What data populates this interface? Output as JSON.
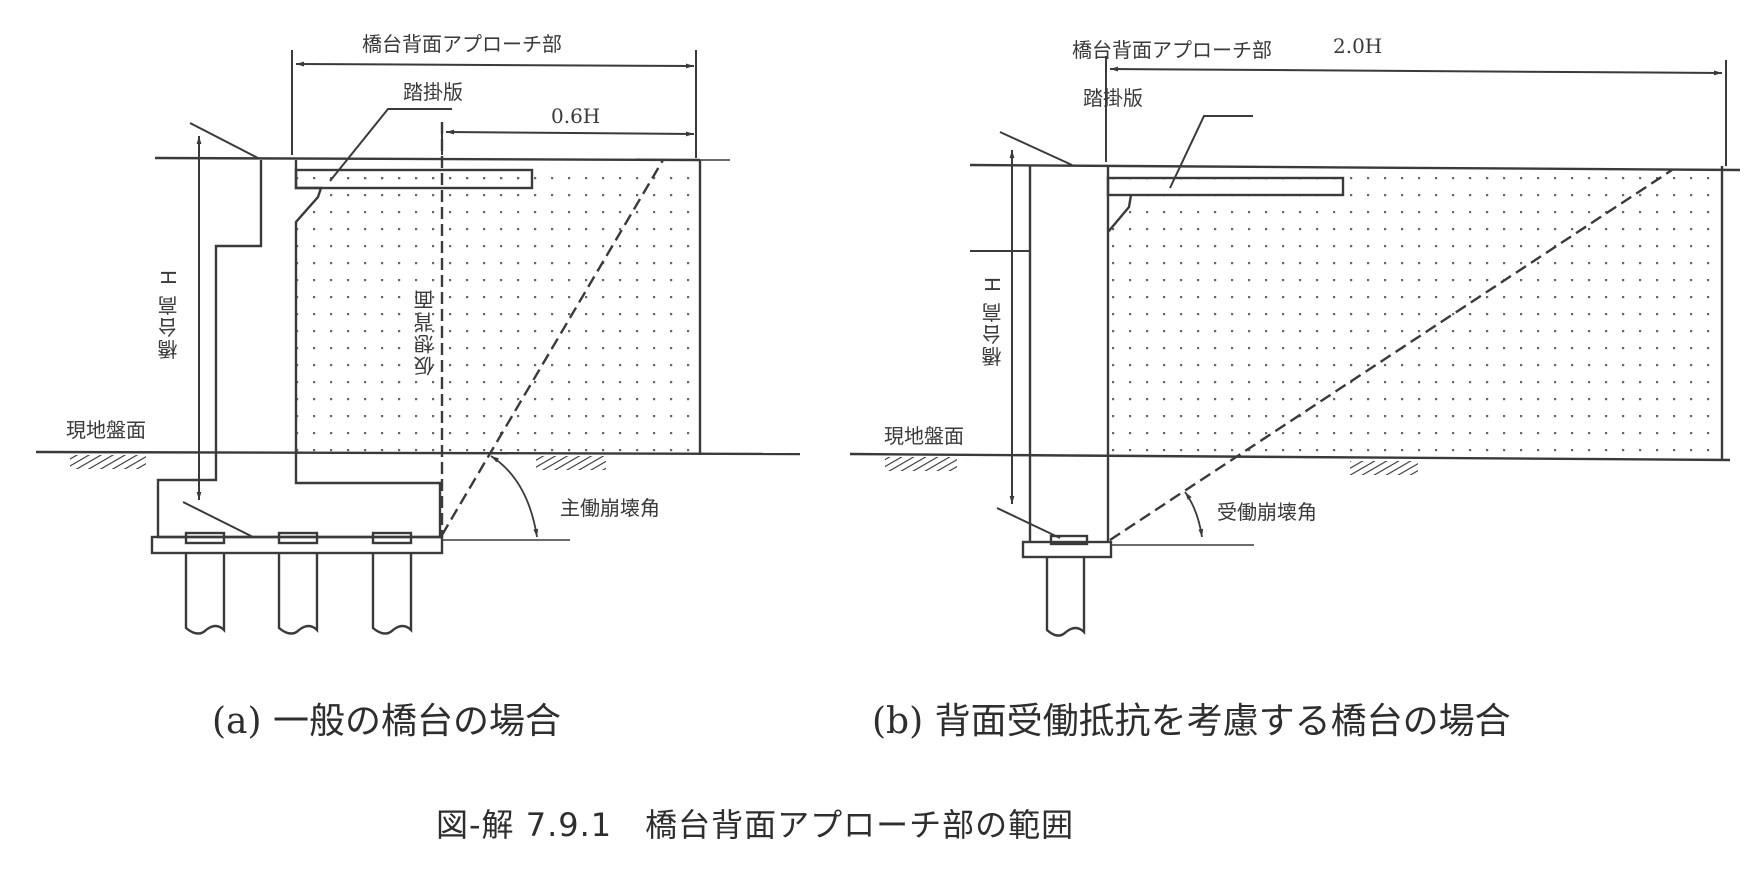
{
  "figure": {
    "title": "図-解 7.9.1　橋台背面アプローチ部の範囲",
    "number": "図-解 7.9.1",
    "title_text": "橋台背面アプローチ部の範囲"
  },
  "panel_a": {
    "caption": "(a) 一般の橋台の場合",
    "approach_zone_label": "橋台背面アプローチ部",
    "approach_slab_label": "踏掛版",
    "offset_label": "0.6H",
    "abutment_height_label": "橋台高 H",
    "virtual_back_face_label": "仮想背面",
    "ground_surface_label": "現地盤面",
    "failure_angle_label": "主働崩壊角",
    "piles": 3
  },
  "panel_b": {
    "caption": "(b) 背面受働抵抗を考慮する橋台の場合",
    "approach_zone_label": "橋台背面アプローチ部",
    "approach_zone_length": "2.0H",
    "approach_slab_label": "踏掛版",
    "abutment_height_label": "橋台高 H",
    "ground_surface_label": "現地盤面",
    "failure_angle_label": "受働崩壊角",
    "piles": 1
  },
  "colors": {
    "line": "#3a3a3a",
    "dots": "#555555",
    "background": "#ffffff"
  }
}
